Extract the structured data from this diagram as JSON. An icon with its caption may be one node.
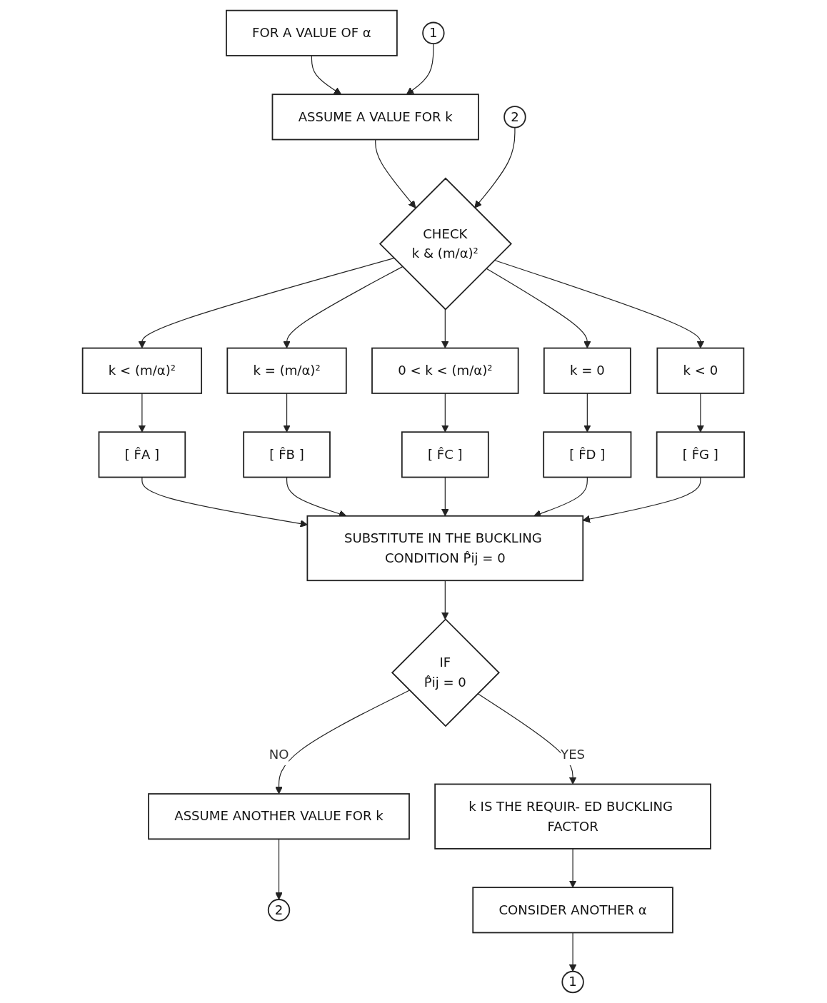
{
  "diagram": {
    "nodes": [
      {
        "text": [
          "FOR A VALUE OF α"
        ]
      },
      {
        "text": [
          "1"
        ]
      },
      {
        "text": [
          "ASSUME A VALUE FOR k"
        ]
      },
      {
        "text": [
          "2"
        ]
      },
      {
        "text": [
          "CHECK",
          "k & (m/α)²"
        ]
      },
      {
        "text": [
          "k < (m/α)²"
        ]
      },
      {
        "text": [
          "k = (m/α)²"
        ]
      },
      {
        "text": [
          "0 < k < (m/α)²"
        ]
      },
      {
        "text": [
          "k = 0"
        ]
      },
      {
        "text": [
          "k < 0"
        ]
      },
      {
        "text": [
          "[ F̂A ]"
        ]
      },
      {
        "text": [
          "[ F̂B ]"
        ]
      },
      {
        "text": [
          "[ F̂C ]"
        ]
      },
      {
        "text": [
          "[ F̂D ]"
        ]
      },
      {
        "text": [
          "[ F̂G ]"
        ]
      },
      {
        "text": [
          "SUBSTITUTE IN THE BUCKLING CONDITION P̂ij = 0"
        ]
      },
      {
        "text": [
          "IF",
          "P̂ij = 0"
        ]
      },
      {
        "text": [
          "ASSUME ANOTHER VALUE FOR k"
        ]
      },
      {
        "text": [
          "k IS THE REQUIR- ED BUCKLING FACTOR"
        ]
      },
      {
        "text": [
          "2"
        ]
      },
      {
        "text": [
          "CONSIDER ANOTHER α"
        ]
      },
      {
        "text": [
          "1"
        ]
      }
    ],
    "edges": [
      {
        "from": 0,
        "to": 2,
        "arrow": "to"
      },
      {
        "from": 1,
        "to": 2,
        "arrow": "to"
      },
      {
        "from": 2,
        "to": 4,
        "arrow": "to"
      },
      {
        "from": 3,
        "to": 4,
        "arrow": "to"
      },
      {
        "from": 4,
        "to": 5,
        "arrow": "to"
      },
      {
        "from": 4,
        "to": 6,
        "arrow": "to"
      },
      {
        "from": 4,
        "to": 7,
        "arrow": "to"
      },
      {
        "from": 4,
        "to": 8,
        "arrow": "to"
      },
      {
        "from": 4,
        "to": 9,
        "arrow": "to"
      },
      {
        "from": 5,
        "to": 10,
        "arrow": "to"
      },
      {
        "from": 6,
        "to": 11,
        "arrow": "to"
      },
      {
        "from": 7,
        "to": 12,
        "arrow": "to"
      },
      {
        "from": 8,
        "to": 13,
        "arrow": "to"
      },
      {
        "from": 9,
        "to": 14,
        "arrow": "to"
      },
      {
        "from": 10,
        "to": 15,
        "arrow": "to"
      },
      {
        "from": 11,
        "to": 15,
        "arrow": "to"
      },
      {
        "from": 12,
        "to": 15,
        "arrow": "to"
      },
      {
        "from": 13,
        "to": 15,
        "arrow": "to"
      },
      {
        "from": 14,
        "to": 15,
        "arrow": "to"
      },
      {
        "from": 15,
        "to": 16,
        "arrow": "to"
      },
      {
        "from": 16,
        "to": 17,
        "label": "NO",
        "arrow": "to"
      },
      {
        "from": 16,
        "to": 18,
        "label": "YES",
        "arrow": "to"
      },
      {
        "from": 17,
        "to": 19,
        "arrow": "to"
      },
      {
        "from": 18,
        "to": 20,
        "arrow": "to"
      },
      {
        "from": 20,
        "to": 21,
        "arrow": "to"
      }
    ]
  }
}
